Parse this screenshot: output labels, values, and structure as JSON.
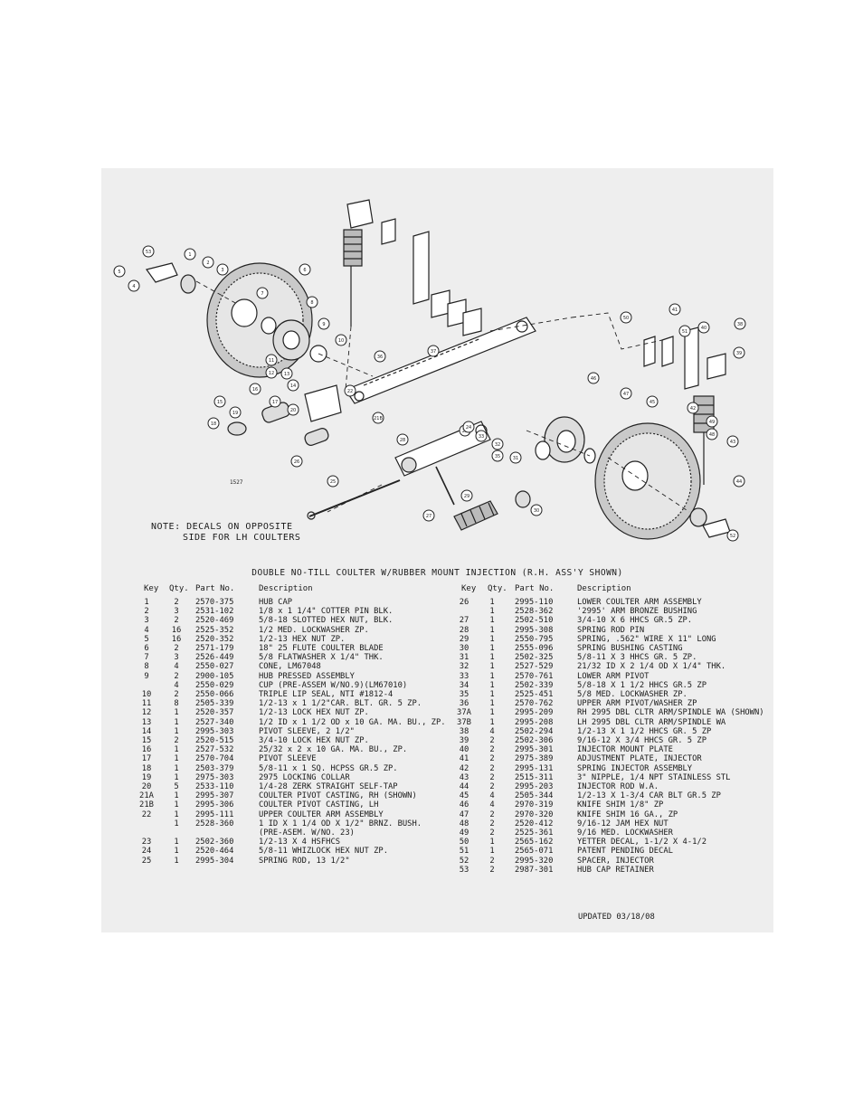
{
  "diagram": {
    "figure_id": "1527",
    "note_line1": "NOTE: DECALS ON OPPOSITE",
    "note_line2": "SIDE FOR LH COULTERS",
    "callouts": [
      "53",
      "1",
      "2",
      "3",
      "5",
      "4",
      "7",
      "8",
      "6",
      "9",
      "10",
      "11",
      "12",
      "13",
      "14",
      "15",
      "16",
      "17",
      "18",
      "19",
      "20",
      "21B",
      "22",
      "23",
      "24",
      "25",
      "26",
      "27",
      "28",
      "29",
      "30",
      "31",
      "32",
      "33",
      "35",
      "36",
      "37",
      "38",
      "39",
      "40",
      "41",
      "42",
      "43",
      "44",
      "45",
      "46",
      "47",
      "48",
      "49",
      "50",
      "51",
      "52"
    ]
  },
  "table": {
    "title": "DOUBLE NO-TILL COULTER W/RUBBER MOUNT INJECTION (R.H. ASS'Y SHOWN)",
    "headers": {
      "key": "Key",
      "qty": "Qty.",
      "part": "Part No.",
      "desc": "Description"
    },
    "left": [
      {
        "key": "1",
        "qty": "2",
        "part": "2570-375",
        "desc": "HUB CAP"
      },
      {
        "key": "2",
        "qty": "3",
        "part": "2531-102",
        "desc": "1/8 x 1 1/4\" COTTER PIN BLK."
      },
      {
        "key": "3",
        "qty": "2",
        "part": "2520-469",
        "desc": "5/8-18 SLOTTED HEX NUT, BLK."
      },
      {
        "key": "4",
        "qty": "16",
        "part": "2525-352",
        "desc": "1/2 MED. LOCKWASHER ZP."
      },
      {
        "key": "5",
        "qty": "16",
        "part": "2520-352",
        "desc": "1/2-13 HEX NUT ZP."
      },
      {
        "key": "6",
        "qty": "2",
        "part": "2571-179",
        "desc": "18\" 25 FLUTE COULTER BLADE"
      },
      {
        "key": "7",
        "qty": "3",
        "part": "2526-449",
        "desc": "5/8 FLATWASHER X 1/4\" THK."
      },
      {
        "key": "8",
        "qty": "4",
        "part": "2550-027",
        "desc": "CONE, LM67048"
      },
      {
        "key": "9",
        "qty": "2",
        "part": "2900-105",
        "desc": "HUB PRESSED ASSEMBLY"
      },
      {
        "key": "",
        "qty": "4",
        "part": "2550-029",
        "desc": "CUP (PRE-ASSEM W/NO.9)(LM67010)"
      },
      {
        "key": "10",
        "qty": "2",
        "part": "2550-066",
        "desc": "TRIPLE LIP SEAL, NTI #1812-4"
      },
      {
        "key": "11",
        "qty": "8",
        "part": "2505-339",
        "desc": "1/2-13 x 1 1/2\"CAR. BLT. GR. 5 ZP."
      },
      {
        "key": "12",
        "qty": "1",
        "part": "2520-357",
        "desc": "1/2-13 LOCK HEX NUT ZP."
      },
      {
        "key": "13",
        "qty": "1",
        "part": "2527-340",
        "desc": "1/2 ID x 1 1/2 OD x 10 GA. MA. BU., ZP."
      },
      {
        "key": "14",
        "qty": "1",
        "part": "2995-303",
        "desc": "PIVOT SLEEVE, 2 1/2\""
      },
      {
        "key": "15",
        "qty": "2",
        "part": "2520-515",
        "desc": "3/4-10 LOCK HEX NUT ZP."
      },
      {
        "key": "16",
        "qty": "1",
        "part": "2527-532",
        "desc": "25/32 x 2 x 10 GA. MA. BU., ZP."
      },
      {
        "key": "17",
        "qty": "1",
        "part": "2570-704",
        "desc": "PIVOT SLEEVE"
      },
      {
        "key": "18",
        "qty": "1",
        "part": "2503-379",
        "desc": "5/8-11 x 1 SQ. HCPSS GR.5 ZP."
      },
      {
        "key": "19",
        "qty": "1",
        "part": "2975-303",
        "desc": "2975 LOCKING COLLAR"
      },
      {
        "key": "20",
        "qty": "5",
        "part": "2533-110",
        "desc": "1/4-28 ZERK STRAIGHT SELF-TAP"
      },
      {
        "key": "21A",
        "qty": "1",
        "part": "2995-307",
        "desc": "COULTER PIVOT CASTING, RH (SHOWN)"
      },
      {
        "key": "21B",
        "qty": "1",
        "part": "2995-306",
        "desc": "COULTER PIVOT CASTING, LH"
      },
      {
        "key": "22",
        "qty": "1",
        "part": "2995-111",
        "desc": "UPPER COULTER ARM ASSEMBLY"
      },
      {
        "key": "",
        "qty": "1",
        "part": "2528-360",
        "desc": "1 ID X 1 1/4 OD X 1/2\" BRNZ. BUSH."
      },
      {
        "key": "",
        "qty": "",
        "part": "",
        "desc": "(PRE-ASEM. W/NO. 23)"
      },
      {
        "key": "23",
        "qty": "1",
        "part": "2502-360",
        "desc": "1/2-13 X 4 HSFHCS"
      },
      {
        "key": "24",
        "qty": "1",
        "part": "2520-464",
        "desc": "5/8-11 WHIZLOCK HEX NUT ZP."
      },
      {
        "key": "25",
        "qty": "1",
        "part": "2995-304",
        "desc": "SPRING ROD, 13 1/2\""
      }
    ],
    "right": [
      {
        "key": "26",
        "qty": "1",
        "part": "2995-110",
        "desc": "LOWER COULTER ARM ASSEMBLY"
      },
      {
        "key": "",
        "qty": "1",
        "part": "2528-362",
        "desc": "'2995' ARM BRONZE BUSHING"
      },
      {
        "key": "27",
        "qty": "1",
        "part": "2502-510",
        "desc": "3/4-10 X 6 HHCS GR.5 ZP."
      },
      {
        "key": "28",
        "qty": "1",
        "part": "2995-308",
        "desc": "SPRING ROD PIN"
      },
      {
        "key": "29",
        "qty": "1",
        "part": "2550-795",
        "desc": "SPRING, .562\" WIRE X 11\" LONG"
      },
      {
        "key": "30",
        "qty": "1",
        "part": "2555-096",
        "desc": "SPRING BUSHING CASTING"
      },
      {
        "key": "31",
        "qty": "1",
        "part": "2502-325",
        "desc": "5/8-11 X 3 HHCS GR. 5 ZP."
      },
      {
        "key": "32",
        "qty": "1",
        "part": "2527-529",
        "desc": "21/32 ID X 2 1/4 OD X 1/4\" THK."
      },
      {
        "key": "33",
        "qty": "1",
        "part": "2570-761",
        "desc": "LOWER ARM PIVOT"
      },
      {
        "key": "34",
        "qty": "1",
        "part": "2502-339",
        "desc": "5/8-18 X 1 1/2 HHCS GR.5 ZP"
      },
      {
        "key": "35",
        "qty": "1",
        "part": "2525-451",
        "desc": "5/8 MED. LOCKWASHER ZP."
      },
      {
        "key": "36",
        "qty": "1",
        "part": "2570-762",
        "desc": "UPPER ARM PIVOT/WASHER ZP"
      },
      {
        "key": "37A",
        "qty": "1",
        "part": "2995-209",
        "desc": "RH 2995 DBL CLTR ARM/SPINDLE WA (SHOWN)"
      },
      {
        "key": "37B",
        "qty": "1",
        "part": "2995-208",
        "desc": "LH 2995 DBL CLTR ARM/SPINDLE WA"
      },
      {
        "key": "38",
        "qty": "4",
        "part": "2502-294",
        "desc": "1/2-13 X 1 1/2 HHCS GR. 5 ZP"
      },
      {
        "key": "39",
        "qty": "2",
        "part": "2502-306",
        "desc": "9/16-12 X 3/4 HHCS GR. 5 ZP"
      },
      {
        "key": "40",
        "qty": "2",
        "part": "2995-301",
        "desc": "INJECTOR MOUNT PLATE"
      },
      {
        "key": "41",
        "qty": "2",
        "part": "2975-389",
        "desc": "ADJUSTMENT PLATE, INJECTOR"
      },
      {
        "key": "42",
        "qty": "2",
        "part": "2995-131",
        "desc": "SPRING INJECTOR ASSEMBLY"
      },
      {
        "key": "43",
        "qty": "2",
        "part": "2515-311",
        "desc": "3\" NIPPLE, 1/4 NPT STAINLESS STL"
      },
      {
        "key": "44",
        "qty": "2",
        "part": "2995-203",
        "desc": "INJECTOR ROD W.A."
      },
      {
        "key": "45",
        "qty": "4",
        "part": "2505-344",
        "desc": "1/2-13 X 1-3/4 CAR BLT GR.5 ZP"
      },
      {
        "key": "46",
        "qty": "4",
        "part": "2970-319",
        "desc": "KNIFE SHIM 1/8\" ZP"
      },
      {
        "key": "47",
        "qty": "2",
        "part": "2970-320",
        "desc": "KNIFE SHIM 16 GA., ZP"
      },
      {
        "key": "48",
        "qty": "2",
        "part": "2520-412",
        "desc": "9/16-12 JAM HEX NUT"
      },
      {
        "key": "49",
        "qty": "2",
        "part": "2525-361",
        "desc": "9/16 MED. LOCKWASHER"
      },
      {
        "key": "50",
        "qty": "1",
        "part": "2565-162",
        "desc": "YETTER DECAL, 1-1/2 X 4-1/2"
      },
      {
        "key": "51",
        "qty": "1",
        "part": "2565-071",
        "desc": "PATENT PENDING DECAL"
      },
      {
        "key": "52",
        "qty": "2",
        "part": "2995-320",
        "desc": "SPACER, INJECTOR"
      },
      {
        "key": "53",
        "qty": "2",
        "part": "2987-301",
        "desc": "HUB CAP RETAINER"
      }
    ]
  },
  "footer": {
    "updated": "UPDATED 03/18/08"
  }
}
